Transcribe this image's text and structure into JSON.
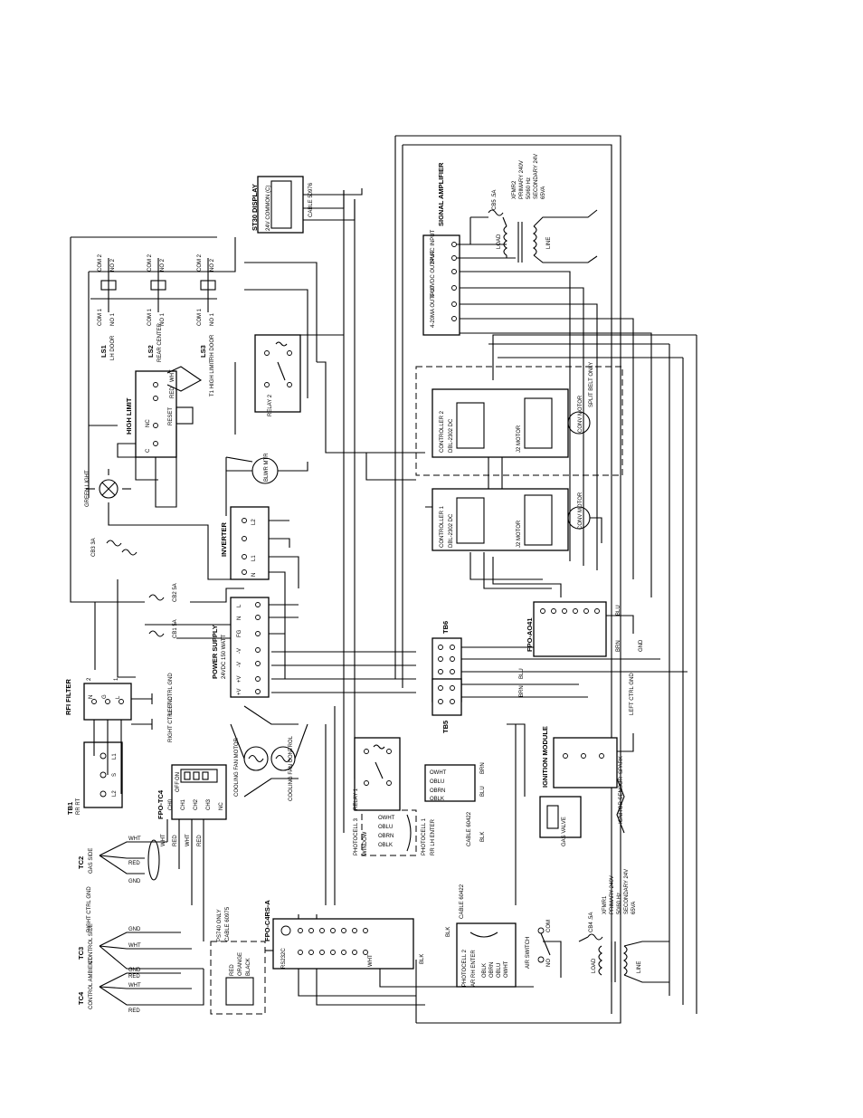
{
  "components": {
    "rfi_filter": {
      "title": "RFI FILTER",
      "terms": [
        "N",
        "G",
        "L"
      ],
      "nums": [
        "2",
        "1"
      ]
    },
    "tb1": {
      "title": "TB1",
      "sub": "RR RT",
      "terms": [
        "L2",
        "S",
        "L1"
      ]
    },
    "fpo_tc4": {
      "title": "FPO-TC4",
      "on": "ON",
      "off": "OFF",
      "pins": [
        "WHT",
        "CH0",
        "RED",
        "CH1",
        "WHT",
        "CH2",
        "RED",
        "CH3",
        "NC"
      ]
    },
    "tc2": {
      "title": "TC2",
      "sub": "GAS SIDE",
      "wires": [
        "WHT",
        "RED",
        "GND"
      ]
    },
    "tc3": {
      "title": "TC3",
      "sub": "CONTROL SIDE",
      "wires": [
        "GND",
        "WHT",
        "RED"
      ]
    },
    "tc4": {
      "title": "TC4",
      "sub": "CONTROL AMBIENT",
      "wires": [
        "GND",
        "WHT",
        "RED"
      ]
    },
    "right_ctrl_gnd": "RIGHT CTRL GND",
    "left_ctrl_gnd": "LEFT CTRL GND",
    "power_supply": {
      "title": "POWER SUPPLY",
      "sub": "24VDC 150 WATT",
      "terms": [
        "L",
        "N",
        "FG",
        "-V",
        "-V",
        "+V",
        "+V"
      ]
    },
    "inverter": {
      "title": "INVERTER",
      "terms": [
        "L2",
        "L1",
        "N"
      ]
    },
    "blwr_mtr": "BLWR MTR",
    "green_light": "GREEN LIGHT",
    "cb3": "CB3 3A",
    "cb1": "CB1 5A",
    "cb2": "CB2 5A",
    "high_limit": {
      "title": "HIGH LIMIT",
      "reset": "RESET",
      "c": "C",
      "nc": "NC"
    },
    "t1": {
      "title": "T1 HIGH LIMIT",
      "wires": [
        "WHT",
        "RED"
      ]
    },
    "ls1": {
      "title": "LS1",
      "sub": "LH DOOR"
    },
    "ls2": {
      "title": "LS2",
      "sub": "REAR CENTER"
    },
    "ls3": {
      "title": "LS3",
      "sub": "RH DOOR"
    },
    "ls_terms": [
      "COM 1",
      "NO 1",
      "COM 2",
      "NO 2"
    ],
    "relay2": "RELAY 2",
    "relay1": "RELAY 1",
    "st30": {
      "title": "ST30 DISPLAY",
      "sub": "24V COMMON (C)",
      "cable": "CABLE 50976"
    },
    "signal_amplifier": {
      "title": "SIGNAL AMPLIFIER",
      "input": "24VAC INPUT",
      "output": "0-10VDC OUTPUT",
      "ma": "4-20MA OUTPUT"
    },
    "xfmr2": {
      "title": "XFMR2",
      "primary": "PRIMARY 240V",
      "hz": "50/60 Hz",
      "secondary": "SECONDARY 24V",
      "va": "65VA",
      "load": "LOAD",
      "line": "LINE",
      "cb": "CB5 .5A"
    },
    "split_belt": "SPLIT BELT ONLY",
    "controller2": {
      "title": "CONTROLLER 2",
      "sub": "DBL-2302 DC",
      "motor": "J2 MOTOR",
      "conv": "CONV MOTOR"
    },
    "controller1": {
      "title": "CONTROLLER 1",
      "sub": "DBL-2302 DC",
      "motor": "J2 MOTOR",
      "conv": "CONV MOTOR"
    },
    "fpo_ao41": {
      "title": "FPO-AO41",
      "blu": "BLU",
      "brn": "BRN",
      "gnd": "GND"
    },
    "tb6": "TB6",
    "tb5": "TB5",
    "cooling_fan_motor": "COOLING FAN MOTOR",
    "cooling_fan_control": "COOLING FAN CONTROL",
    "photocell3": {
      "title": "PHOTOCELL 3",
      "sub": "WINDOW"
    },
    "photocell1": {
      "title": "PHOTOCELL 1",
      "sub": "RR LH ENTER",
      "cable": "CABLE 60422"
    },
    "photocell2": {
      "title": "PHOTOCELL 2",
      "sub": "AR RH ENTER",
      "cable": "CABLE 60422"
    },
    "photo_wires": [
      "OBLK",
      "OBRN",
      "OBLU",
      "OWHT"
    ],
    "ignition": {
      "title": "IGNITION MODULE",
      "spark": "SPARK",
      "sensor": "IGNITOR SENSOR"
    },
    "gas_valve": "GAS VALVE",
    "xfmr1": {
      "title": "XFMR1",
      "primary": "PRIMARY 240V",
      "hz": "50/60 Hz",
      "secondary": "SECONDARY 24V",
      "va": "65VA",
      "load": "LOAD",
      "line": "LINE",
      "cb": "CB4 .5A"
    },
    "air_switch": {
      "title": "AIR SWITCH",
      "com": "COM",
      "no": "NO"
    },
    "fpo_c4rs": {
      "title": "FPO-C4RS-A",
      "rs": "RS232C"
    },
    "ps740": {
      "title": "PS740 ONLY",
      "cable": "CABLE 60975",
      "wires": [
        "RED",
        "ORANGE",
        "BLACK"
      ]
    },
    "wire_colors": {
      "blu": "BLU",
      "brn": "BRN",
      "blk": "BLK",
      "wht": "WHT"
    }
  }
}
